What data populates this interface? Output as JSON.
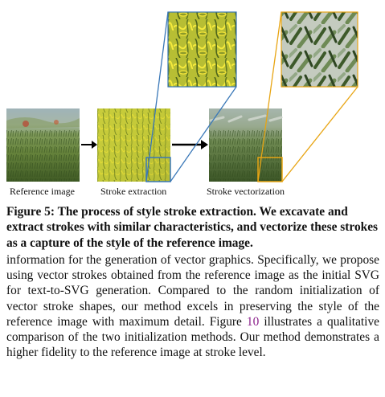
{
  "figure": {
    "panel_labels": {
      "reference": "Reference image",
      "extraction": "Stroke extraction",
      "vectorization": "Stroke vectorization"
    },
    "colors": {
      "zoom_blue": "#3a78b8",
      "zoom_orange": "#e8a514",
      "extraction_outline": "#f0e020"
    }
  },
  "caption": {
    "label": "Figure 5:",
    "text": "The process of style stroke extraction. We excavate and extract strokes with similar characteristics, and vectorize these strokes as a capture of the style of the reference image."
  },
  "body": {
    "part1": "information for the generation of vector graphics. Specifically, we propose using vector strokes obtained from the reference image as the initial SVG for text-to-SVG generation. Compared to the random initialization of vector stroke shapes, our method excels in preserving the style of the reference image with maximum detail. Figure ",
    "figure_ref": "10",
    "part2": " illustrates a qualitative comparison of the two initialization methods. Our method demonstrates a higher fidelity to the reference image at stroke level."
  }
}
